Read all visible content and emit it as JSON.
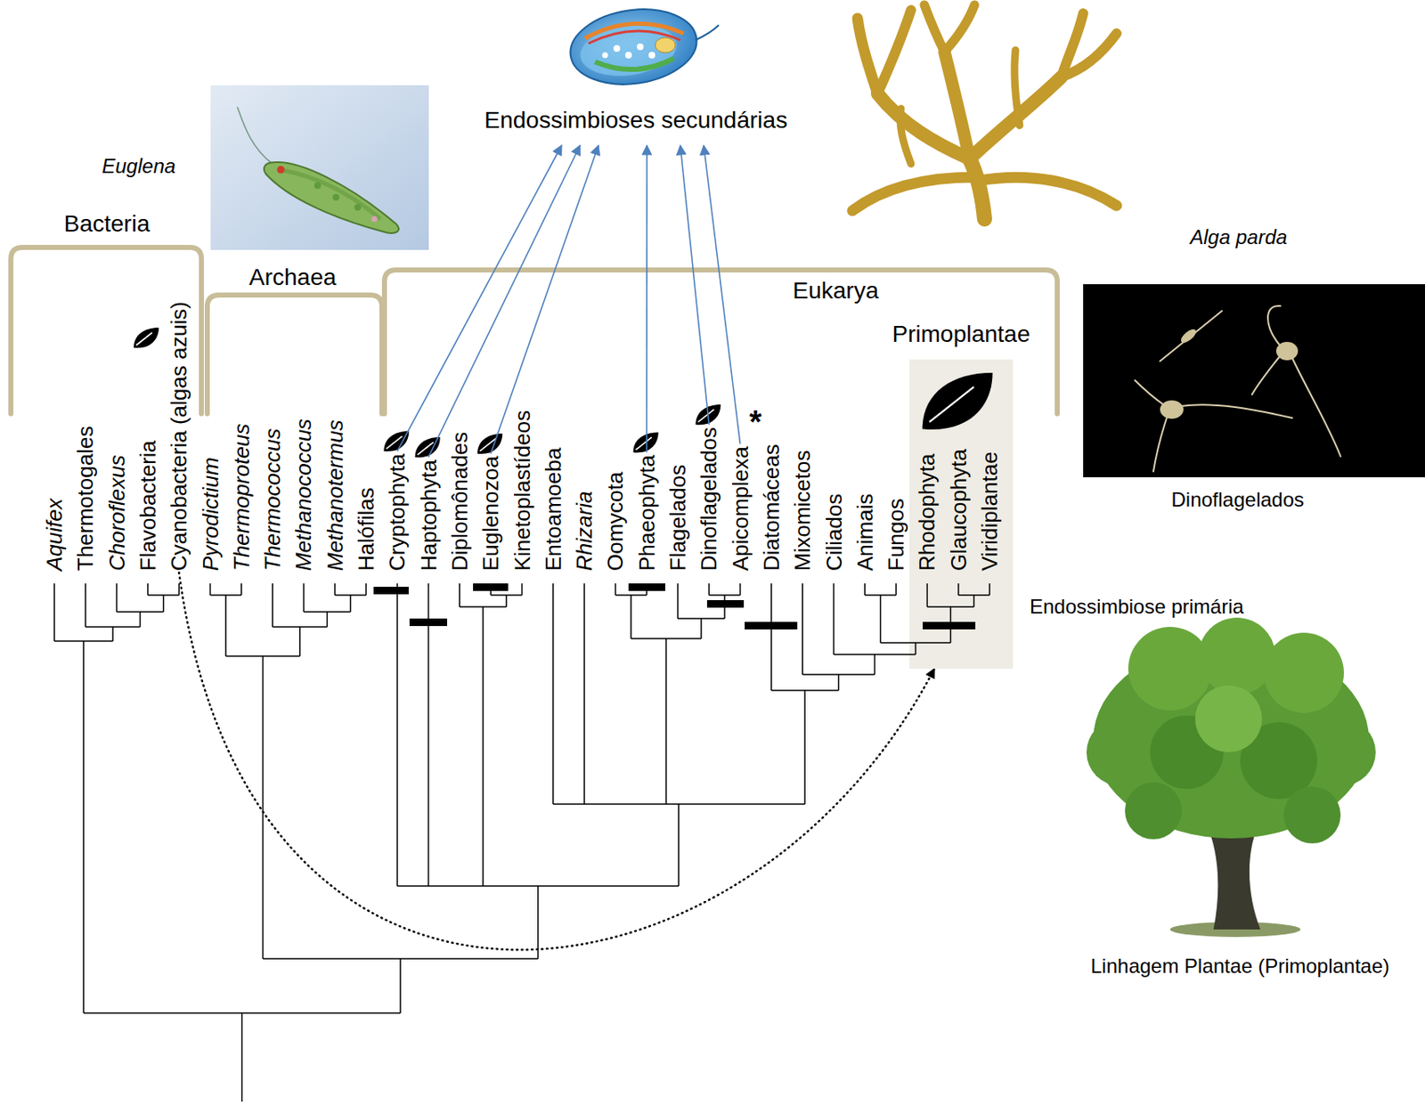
{
  "diagram": {
    "nodes": [
      {
        "text": [
          "Endossimbioses secundárias"
        ]
      },
      {
        "text": [
          "Aquifex"
        ]
      },
      {
        "text": [
          "Thermotogales"
        ]
      },
      {
        "text": [
          "Choroflexus"
        ]
      },
      {
        "text": [
          "Flavobacteria"
        ]
      },
      {
        "text": [
          "Cyanobacteria (algas azuis)"
        ]
      },
      {
        "text": [
          "Pyrodictium"
        ]
      },
      {
        "text": [
          "Thermoproteus"
        ]
      },
      {
        "text": [
          "Thermococcus"
        ]
      },
      {
        "text": [
          "Methanococcus"
        ]
      },
      {
        "text": [
          "Methanotermus"
        ]
      },
      {
        "text": [
          "Halófilas"
        ]
      },
      {
        "text": [
          "Cryptophyta"
        ]
      },
      {
        "text": [
          "Haptophyta"
        ]
      },
      {
        "text": [
          "Diplomônades"
        ]
      },
      {
        "text": [
          "Euglenozoa"
        ]
      },
      {
        "text": [
          "Kinetoplastídeos"
        ]
      },
      {
        "text": [
          "Entoamoeba"
        ]
      },
      {
        "text": [
          "Rhizaria"
        ]
      },
      {
        "text": [
          "Oomycota"
        ]
      },
      {
        "text": [
          "Phaeophyta"
        ]
      },
      {
        "text": [
          "Flagelados"
        ]
      },
      {
        "text": [
          "Dinoflagelados"
        ]
      },
      {
        "text": [
          "Apicomplexa"
        ]
      },
      {
        "text": [
          "Diatomáceas"
        ]
      },
      {
        "text": [
          "Mixomicetos"
        ]
      },
      {
        "text": [
          "Ciliados"
        ]
      },
      {
        "text": [
          "Animais"
        ]
      },
      {
        "text": [
          "Fungos"
        ]
      },
      {
        "text": [
          "Primoplantae"
        ]
      },
      {
        "text": [
          "Rhodophyta"
        ],
        "in": 29
      },
      {
        "text": [
          "Glaucophyta"
        ],
        "in": 29
      },
      {
        "text": [
          "Viridiplantae"
        ],
        "in": 29
      }
    ],
    "edges": [
      {
        "from": 12,
        "to": 0,
        "arrow": "to"
      },
      {
        "from": 13,
        "to": 0,
        "arrow": "to"
      },
      {
        "from": 15,
        "to": 0,
        "arrow": "to"
      },
      {
        "from": 20,
        "to": 0,
        "arrow": "to"
      },
      {
        "from": 22,
        "to": 0,
        "arrow": "to"
      },
      {
        "from": 23,
        "to": 0,
        "arrow": "to"
      },
      {
        "from": 5,
        "to": 29,
        "arrow": "to"
      }
    ],
    "labels": [
      "Bacteria",
      "Archaea",
      "Eukarya",
      "Euglena",
      "Alga parda",
      "Dinoflagelados",
      "Endossimbiose primária",
      "Linhagem Plantae (Primoplantae)",
      "*"
    ]
  }
}
